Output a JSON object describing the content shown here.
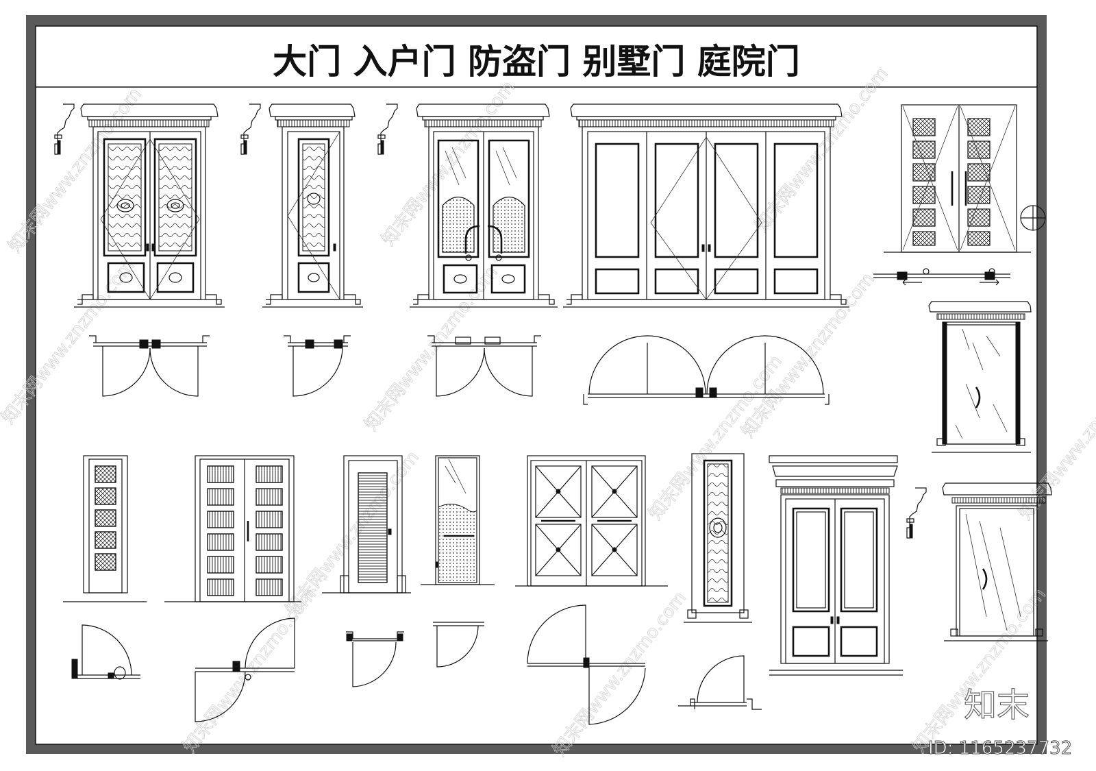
{
  "sheet": {
    "title": "大门 入户门 防盗门 别墅门 庭院门",
    "brand": "知末",
    "id_label": "ID: 1165237732",
    "watermark": "知末网www.znzmo.com"
  },
  "colors": {
    "frame_outer": "#5a5a5a",
    "frame_inner": "#ffffff",
    "line": "#111111",
    "watermark": "#cccccc"
  }
}
